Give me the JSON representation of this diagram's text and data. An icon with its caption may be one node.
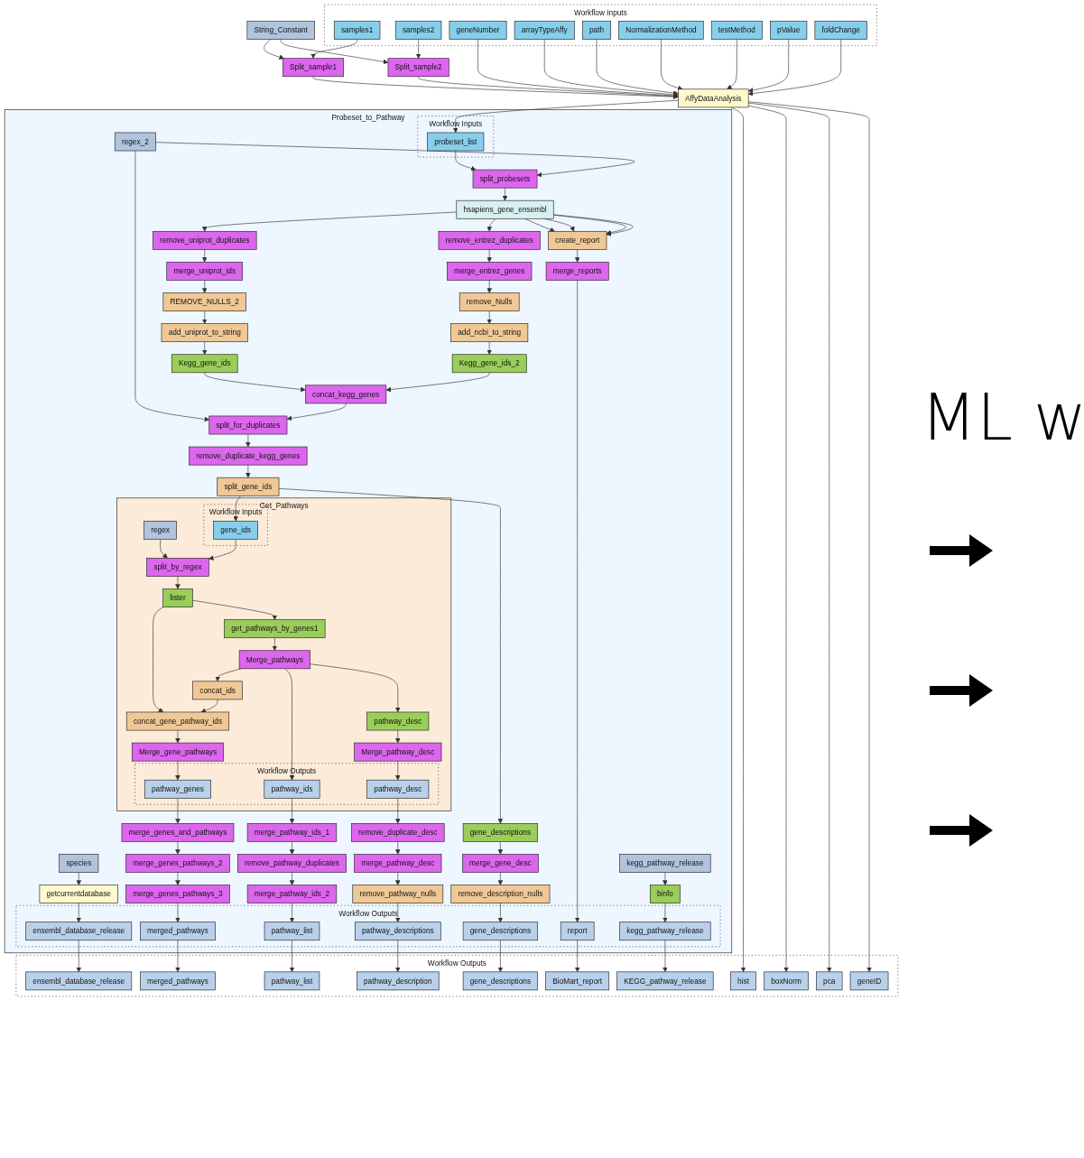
{
  "diagram": {
    "nodes": [
      {
        "text": [
          "Workflow Inputs"
        ]
      },
      {
        "text": [
          "String_Constant"
        ]
      },
      {
        "text": [
          "samples1"
        ],
        "in": 0
      },
      {
        "text": [
          "samples2"
        ],
        "in": 0
      },
      {
        "text": [
          "geneNumber"
        ],
        "in": 0
      },
      {
        "text": [
          "arrayTypeAffy"
        ],
        "in": 0
      },
      {
        "text": [
          "path"
        ],
        "in": 0
      },
      {
        "text": [
          "NormalizationMethod"
        ],
        "in": 0
      },
      {
        "text": [
          "testMethod"
        ],
        "in": 0
      },
      {
        "text": [
          "pValue"
        ],
        "in": 0
      },
      {
        "text": [
          "foldChange"
        ],
        "in": 0
      },
      {
        "text": [
          "Split_sample1"
        ]
      },
      {
        "text": [
          "Split_sample2"
        ]
      },
      {
        "text": [
          "AffyDataAnalysis"
        ]
      },
      {
        "text": [
          "Probeset_to_Pathway"
        ]
      },
      {
        "text": [
          "Workflow Inputs"
        ],
        "in": 14
      },
      {
        "text": [
          "probeset_list"
        ],
        "in": 15
      },
      {
        "text": [
          "regex_2"
        ],
        "in": 14
      },
      {
        "text": [
          "split_probesets"
        ],
        "in": 14
      },
      {
        "text": [
          "hsapiens_gene_ensembl"
        ],
        "in": 14
      },
      {
        "text": [
          "remove_uniprot_duplicates"
        ],
        "in": 14
      },
      {
        "text": [
          "remove_entrez_duplicates"
        ],
        "in": 14
      },
      {
        "text": [
          "create_report"
        ],
        "in": 14
      },
      {
        "text": [
          "merge_uniprot_ids"
        ],
        "in": 14
      },
      {
        "text": [
          "merge_entrez_genes"
        ],
        "in": 14
      },
      {
        "text": [
          "REMOVE_NULLS_2"
        ],
        "in": 14
      },
      {
        "text": [
          "remove_Nulls"
        ],
        "in": 14
      },
      {
        "text": [
          "add_uniprot_to_string"
        ],
        "in": 14
      },
      {
        "text": [
          "add_ncbi_to_string"
        ],
        "in": 14
      },
      {
        "text": [
          "Kegg_gene_ids"
        ],
        "in": 14
      },
      {
        "text": [
          "Kegg_gene_ids_2"
        ],
        "in": 14
      },
      {
        "text": [
          "concat_kegg_genes"
        ],
        "in": 14
      },
      {
        "text": [
          "split_for_duplicates"
        ],
        "in": 14
      },
      {
        "text": [
          "remove_duplicate_kegg_genes"
        ],
        "in": 14
      },
      {
        "text": [
          "split_gene_ids"
        ],
        "in": 14
      },
      {
        "text": [
          "Get_Pathways"
        ],
        "in": 14
      },
      {
        "text": [
          "Workflow Inputs"
        ],
        "in": 35
      },
      {
        "text": [
          "gene_ids"
        ],
        "in": 36
      },
      {
        "text": [
          "regex"
        ],
        "in": 35
      },
      {
        "text": [
          "split_by_regex"
        ],
        "in": 35
      },
      {
        "text": [
          "lister"
        ],
        "in": 35
      },
      {
        "text": [
          "get_pathways_by_genes1"
        ],
        "in": 35
      },
      {
        "text": [
          "Merge_pathways"
        ],
        "in": 35
      },
      {
        "text": [
          "concat_ids"
        ],
        "in": 35
      },
      {
        "text": [
          "concat_gene_pathway_ids"
        ],
        "in": 35
      },
      {
        "text": [
          "pathway_desc"
        ],
        "in": 35
      },
      {
        "text": [
          "Merge_gene_pathways"
        ],
        "in": 35
      },
      {
        "text": [
          "Merge_pathway_desc"
        ],
        "in": 35
      },
      {
        "text": [
          "Workflow Outputs"
        ],
        "in": 35
      },
      {
        "text": [
          "pathway_genes"
        ],
        "in": 48
      },
      {
        "text": [
          "pathway_ids"
        ],
        "in": 48
      },
      {
        "text": [
          "pathway_desc"
        ],
        "in": 48
      },
      {
        "text": [
          "merge_genes_and_pathways"
        ],
        "in": 14
      },
      {
        "text": [
          "merge_pathway_ids_1"
        ],
        "in": 14
      },
      {
        "text": [
          "remove_duplicate_desc"
        ],
        "in": 14
      },
      {
        "text": [
          "gene_descriptions"
        ],
        "in": 14
      },
      {
        "text": [
          "species"
        ],
        "in": 14
      },
      {
        "text": [
          "merge_genes_pathways_2"
        ],
        "in": 14
      },
      {
        "text": [
          "remove_pathway_duplicates"
        ],
        "in": 14
      },
      {
        "text": [
          "merge_pathway_desc"
        ],
        "in": 14
      },
      {
        "text": [
          "merge_gene_desc"
        ],
        "in": 14
      },
      {
        "text": [
          "kegg_pathway_release"
        ],
        "in": 14
      },
      {
        "text": [
          "getcurrentdatabase"
        ],
        "in": 14
      },
      {
        "text": [
          "merge_genes_pathways_3"
        ],
        "in": 14
      },
      {
        "text": [
          "merge_pathway_ids_2"
        ],
        "in": 14
      },
      {
        "text": [
          "remove_pathway_nulls"
        ],
        "in": 14
      },
      {
        "text": [
          "remove_description_nulls"
        ],
        "in": 14
      },
      {
        "text": [
          "merge_reports"
        ],
        "in": 14
      },
      {
        "text": [
          "binfo"
        ],
        "in": 14
      },
      {
        "text": [
          "Workflow Outputs"
        ],
        "in": 14
      },
      {
        "text": [
          "ensembl_database_release"
        ],
        "in": 69
      },
      {
        "text": [
          "merged_pathways"
        ],
        "in": 69
      },
      {
        "text": [
          "pathway_list"
        ],
        "in": 69
      },
      {
        "text": [
          "pathway_descriptions"
        ],
        "in": 69
      },
      {
        "text": [
          "gene_descriptions"
        ],
        "in": 69
      },
      {
        "text": [
          "report"
        ],
        "in": 69
      },
      {
        "text": [
          "kegg_pathway_release"
        ],
        "in": 69
      },
      {
        "text": [
          "Workflow Outputs"
        ]
      },
      {
        "text": [
          "ensembl_database_release"
        ],
        "in": 77
      },
      {
        "text": [
          "merged_pathways"
        ],
        "in": 77
      },
      {
        "text": [
          "pathway_list"
        ],
        "in": 77
      },
      {
        "text": [
          "pathway_description"
        ],
        "in": 77
      },
      {
        "text": [
          "gene_descriptions"
        ],
        "in": 77
      },
      {
        "text": [
          "BioMart_report"
        ],
        "in": 77
      },
      {
        "text": [
          "KEGG_pathway_release"
        ],
        "in": 77
      },
      {
        "text": [
          "hist"
        ],
        "in": 77
      },
      {
        "text": [
          "boxNorm"
        ],
        "in": 77
      },
      {
        "text": [
          "pca"
        ],
        "in": 77
      },
      {
        "text": [
          "geneID"
        ],
        "in": 77
      }
    ],
    "edges": [
      {
        "from": 1,
        "to": 11,
        "arrow": "to"
      },
      {
        "from": 1,
        "to": 12,
        "arrow": "to"
      },
      {
        "from": 2,
        "to": 11,
        "arrow": "to"
      },
      {
        "from": 3,
        "to": 12,
        "arrow": "to"
      },
      {
        "from": 11,
        "to": 13,
        "arrow": "to"
      },
      {
        "from": 12,
        "to": 13,
        "arrow": "to"
      },
      {
        "from": 4,
        "to": 13,
        "arrow": "to"
      },
      {
        "from": 5,
        "to": 13,
        "arrow": "to"
      },
      {
        "from": 6,
        "to": 13,
        "arrow": "to"
      },
      {
        "from": 7,
        "to": 13,
        "arrow": "to"
      },
      {
        "from": 8,
        "to": 13,
        "arrow": "to"
      },
      {
        "from": 9,
        "to": 13,
        "arrow": "to"
      },
      {
        "from": 10,
        "to": 13,
        "arrow": "to"
      },
      {
        "from": 13,
        "to": 16,
        "arrow": "to"
      },
      {
        "from": 13,
        "to": 85,
        "arrow": "to"
      },
      {
        "from": 13,
        "to": 86,
        "arrow": "to"
      },
      {
        "from": 13,
        "to": 87,
        "arrow": "to"
      },
      {
        "from": 13,
        "to": 88,
        "arrow": "to"
      },
      {
        "from": 16,
        "to": 18,
        "arrow": "to"
      },
      {
        "from": 17,
        "to": 18,
        "arrow": "to"
      },
      {
        "from": 17,
        "to": 32,
        "arrow": "to"
      },
      {
        "from": 18,
        "to": 19,
        "arrow": "to"
      },
      {
        "from": 19,
        "to": 20,
        "arrow": "to"
      },
      {
        "from": 19,
        "to": 21,
        "arrow": "to"
      },
      {
        "from": 19,
        "to": 22,
        "arrow": "to"
      },
      {
        "from": 19,
        "to": 22,
        "arrow": "to"
      },
      {
        "from": 19,
        "to": 22,
        "arrow": "to"
      },
      {
        "from": 19,
        "to": 22,
        "arrow": "to"
      },
      {
        "from": 22,
        "to": 67,
        "arrow": "to"
      },
      {
        "from": 20,
        "to": 23,
        "arrow": "to"
      },
      {
        "from": 21,
        "to": 24,
        "arrow": "to"
      },
      {
        "from": 23,
        "to": 25,
        "arrow": "to"
      },
      {
        "from": 24,
        "to": 26,
        "arrow": "to"
      },
      {
        "from": 25,
        "to": 27,
        "arrow": "to"
      },
      {
        "from": 26,
        "to": 28,
        "arrow": "to"
      },
      {
        "from": 27,
        "to": 29,
        "arrow": "to"
      },
      {
        "from": 28,
        "to": 30,
        "arrow": "to"
      },
      {
        "from": 29,
        "to": 31,
        "arrow": "to"
      },
      {
        "from": 30,
        "to": 31,
        "arrow": "to"
      },
      {
        "from": 31,
        "to": 32,
        "arrow": "to"
      },
      {
        "from": 32,
        "to": 33,
        "arrow": "to"
      },
      {
        "from": 33,
        "to": 34,
        "arrow": "to"
      },
      {
        "from": 34,
        "to": 37,
        "arrow": "to"
      },
      {
        "from": 34,
        "to": 55,
        "arrow": "to"
      },
      {
        "from": 38,
        "to": 39,
        "arrow": "to"
      },
      {
        "from": 37,
        "to": 39,
        "arrow": "to"
      },
      {
        "from": 39,
        "to": 40,
        "arrow": "to"
      },
      {
        "from": 40,
        "to": 41,
        "arrow": "to"
      },
      {
        "from": 40,
        "to": 44,
        "arrow": "to"
      },
      {
        "from": 41,
        "to": 42,
        "arrow": "to"
      },
      {
        "from": 42,
        "to": 43,
        "arrow": "to"
      },
      {
        "from": 42,
        "to": 50,
        "arrow": "to"
      },
      {
        "from": 42,
        "to": 45,
        "arrow": "to"
      },
      {
        "from": 43,
        "to": 44,
        "arrow": "to"
      },
      {
        "from": 44,
        "to": 46,
        "arrow": "to"
      },
      {
        "from": 45,
        "to": 47,
        "arrow": "to"
      },
      {
        "from": 46,
        "to": 49,
        "arrow": "to"
      },
      {
        "from": 47,
        "to": 51,
        "arrow": "to"
      },
      {
        "from": 49,
        "to": 52,
        "arrow": "to"
      },
      {
        "from": 50,
        "to": 53,
        "arrow": "to"
      },
      {
        "from": 51,
        "to": 54,
        "arrow": "to"
      },
      {
        "from": 52,
        "to": 57,
        "arrow": "to"
      },
      {
        "from": 53,
        "to": 58,
        "arrow": "to"
      },
      {
        "from": 54,
        "to": 59,
        "arrow": "to"
      },
      {
        "from": 55,
        "to": 60,
        "arrow": "to"
      },
      {
        "from": 56,
        "to": 62,
        "arrow": "to"
      },
      {
        "from": 57,
        "to": 63,
        "arrow": "to"
      },
      {
        "from": 58,
        "to": 64,
        "arrow": "to"
      },
      {
        "from": 59,
        "to": 65,
        "arrow": "to"
      },
      {
        "from": 60,
        "to": 66,
        "arrow": "to"
      },
      {
        "from": 61,
        "to": 68,
        "arrow": "to"
      },
      {
        "from": 62,
        "to": 70,
        "arrow": "to"
      },
      {
        "from": 63,
        "to": 71,
        "arrow": "to"
      },
      {
        "from": 64,
        "to": 72,
        "arrow": "to"
      },
      {
        "from": 65,
        "to": 73,
        "arrow": "to"
      },
      {
        "from": 66,
        "to": 74,
        "arrow": "to"
      },
      {
        "from": 67,
        "to": 75,
        "arrow": "to"
      },
      {
        "from": 68,
        "to": 76,
        "arrow": "to"
      },
      {
        "from": 70,
        "to": 78,
        "arrow": "to"
      },
      {
        "from": 71,
        "to": 79,
        "arrow": "to"
      },
      {
        "from": 72,
        "to": 80,
        "arrow": "to"
      },
      {
        "from": 73,
        "to": 81,
        "arrow": "to"
      },
      {
        "from": 74,
        "to": 82,
        "arrow": "to"
      },
      {
        "from": 75,
        "to": 83,
        "arrow": "to"
      },
      {
        "from": 76,
        "to": 84,
        "arrow": "to"
      }
    ],
    "labels": [
      "ML w"
    ]
  }
}
